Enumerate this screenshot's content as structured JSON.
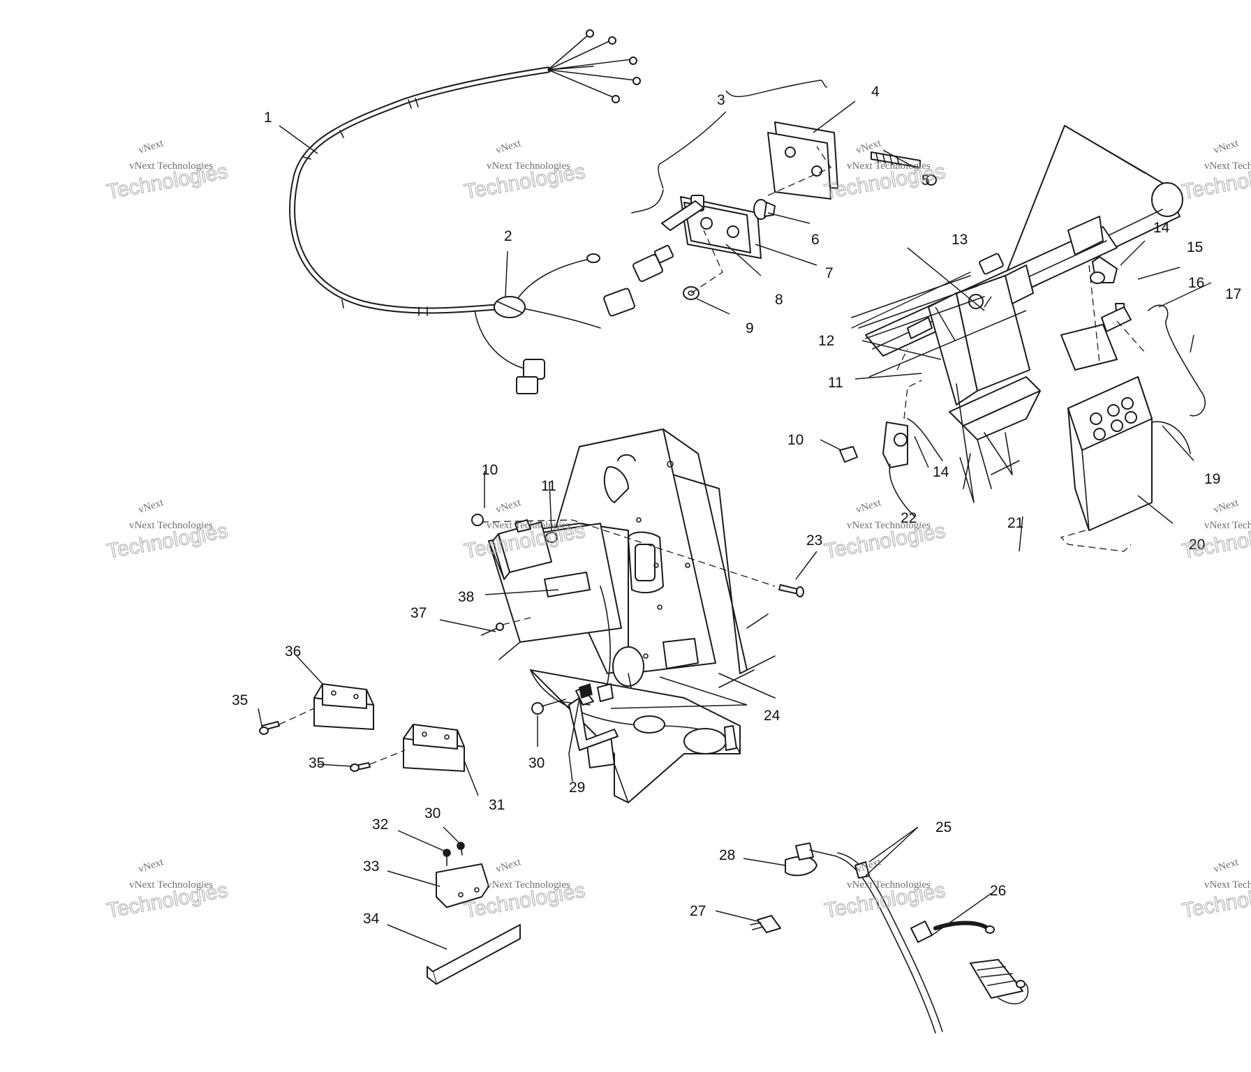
{
  "diagram": {
    "watermark": {
      "line1": "vNext",
      "line2": "vNext Technologies",
      "line3": "Technologies"
    },
    "callouts": [
      "1",
      "2",
      "3",
      "4",
      "5",
      "6",
      "7",
      "8",
      "9",
      "10",
      "11",
      "12",
      "13",
      "14",
      "15",
      "16",
      "17",
      "19",
      "20",
      "21",
      "22",
      "10",
      "11",
      "14",
      "23",
      "24",
      "25",
      "26",
      "27",
      "28",
      "29",
      "30",
      "30",
      "31",
      "32",
      "33",
      "34",
      "35",
      "35",
      "36",
      "37",
      "38"
    ],
    "colors": {
      "ink": "#1a1a1a",
      "watermark": "#aaaaaa",
      "background": "#ffffff"
    }
  }
}
